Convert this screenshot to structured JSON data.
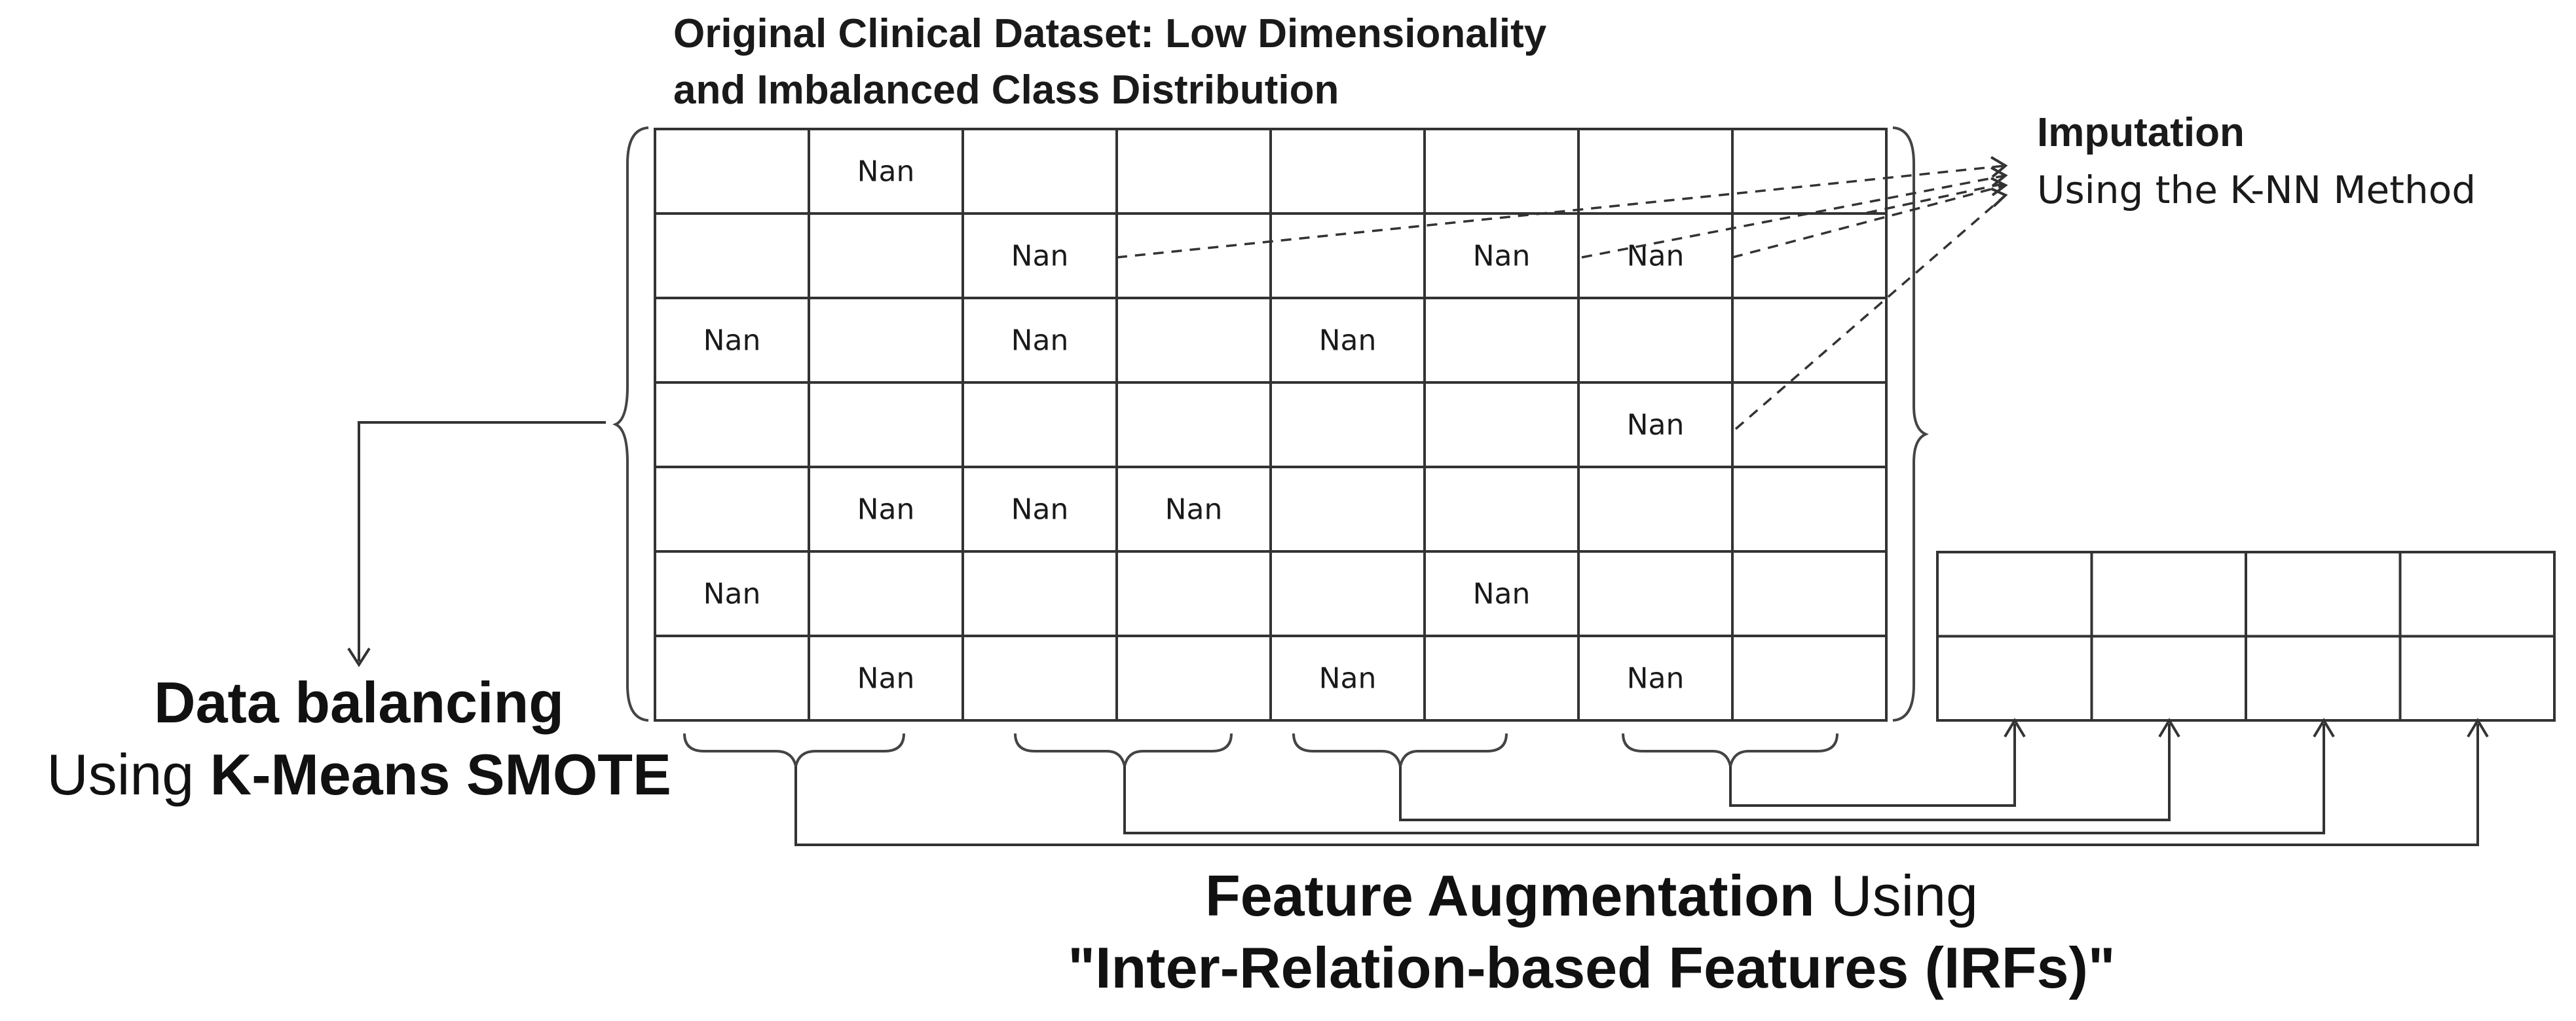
{
  "dataset_title": {
    "line1": "Original Clinical Dataset: Low Dimensionality",
    "line2": "and Imbalanced Class Distribution"
  },
  "main_table": {
    "rows": 7,
    "cols": 8,
    "cells": [
      [
        "",
        "Nan",
        "",
        "",
        "",
        "",
        "",
        ""
      ],
      [
        "",
        "",
        "Nan",
        "",
        "",
        "Nan",
        "Nan",
        ""
      ],
      [
        "Nan",
        "",
        "Nan",
        "",
        "Nan",
        "",
        "",
        ""
      ],
      [
        "",
        "",
        "",
        "",
        "",
        "",
        "Nan",
        ""
      ],
      [
        "",
        "Nan",
        "Nan",
        "Nan",
        "",
        "",
        "",
        ""
      ],
      [
        "Nan",
        "",
        "",
        "",
        "",
        "Nan",
        "",
        ""
      ],
      [
        "",
        "Nan",
        "",
        "",
        "Nan",
        "",
        "Nan",
        ""
      ]
    ]
  },
  "imputation": {
    "title": "Imputation",
    "subtitle": "Using the K-NN Method"
  },
  "data_balancing": {
    "title": "Data balancing",
    "subtitle_prefix": "Using ",
    "subtitle_bold": "K-Means SMOTE"
  },
  "irf_table": {
    "rows": 2,
    "cols": 4
  },
  "feature_augmentation": {
    "line1_bold": "Feature Augmentation",
    "line1_normal": " Using",
    "line2": "\"Inter-Relation-based Features (IRFs)\""
  }
}
